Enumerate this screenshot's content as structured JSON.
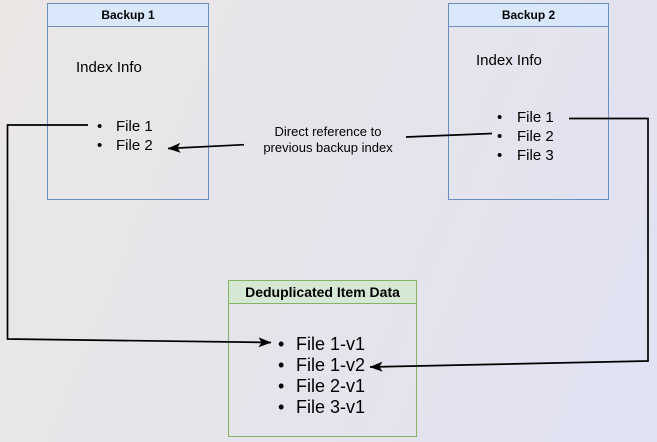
{
  "canvas": {
    "background_left": "#eae7e5",
    "background_right": "#e0e1f3",
    "arrow_color": "#000000",
    "text_color": "#000000"
  },
  "nodes": {
    "backup1": {
      "title": "Backup 1",
      "subtitle": "Index Info",
      "items": [
        "File 1",
        "File 2"
      ],
      "header_fill": "#dae8fc",
      "border_color": "#6c8ebf"
    },
    "backup2": {
      "title": "Backup 2",
      "subtitle": "Index Info",
      "items": [
        "File 1",
        "File 2",
        "File 3"
      ],
      "header_fill": "#dae8fc",
      "border_color": "#6c8ebf"
    },
    "dedup": {
      "title": "Deduplicated Item Data",
      "items": [
        "File 1-v1",
        "File 1-v2",
        "File 2-v1",
        "File 3-v1"
      ],
      "header_fill": "#d5e8d4",
      "border_color": "#82b366"
    }
  },
  "edge_label": {
    "line1": "Direct reference to",
    "line2": "previous backup index"
  }
}
